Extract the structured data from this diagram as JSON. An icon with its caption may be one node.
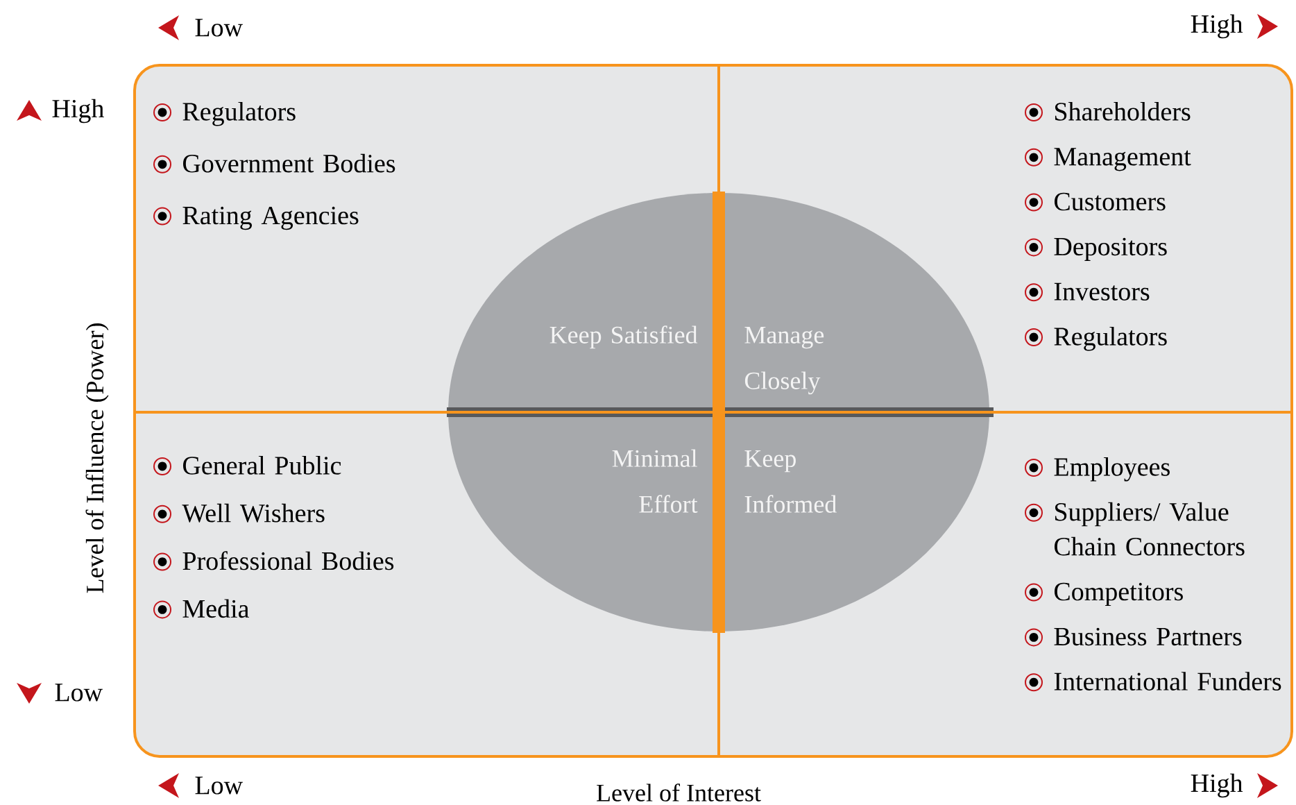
{
  "diagram": {
    "nodes": [
      {
        "text": [
          "Regulators",
          "Government Bodies",
          "Rating Agencies"
        ]
      },
      {
        "text": [
          "Shareholders",
          "Management",
          "Customers",
          "Depositors",
          "Investors",
          "Regulators"
        ]
      },
      {
        "text": [
          "General Public",
          "Well Wishers",
          "Professional Bodies",
          "Media"
        ]
      },
      {
        "text": [
          "Employees",
          "Suppliers/ Value Chain Connectors",
          "Competitors",
          "Business Partners",
          "International Funders"
        ]
      },
      {
        "text": [
          "Keep Satisfied",
          "Manage Closely",
          "Minimal Effort",
          "Keep Informed"
        ]
      }
    ],
    "labels": [
      "Low",
      "High",
      "High",
      "Level of Influence (Power)",
      "Low",
      "Low",
      "Level of Interest",
      "High"
    ]
  }
}
